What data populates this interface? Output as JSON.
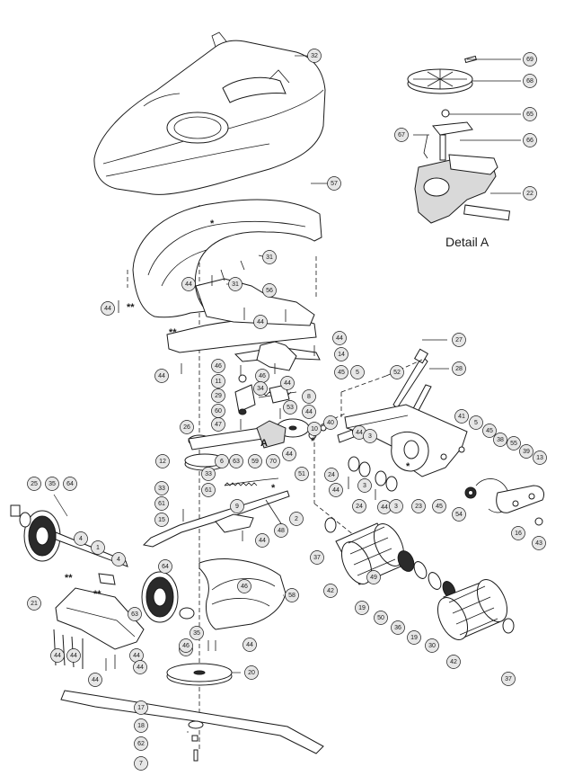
{
  "detail_title": "Detail A",
  "detail_ref_label": "A",
  "markers": {
    "single": "*",
    "double": "**"
  },
  "callouts": [
    {
      "id": "c32",
      "label": "32"
    },
    {
      "id": "c57",
      "label": "57"
    },
    {
      "id": "c31a",
      "label": "31"
    },
    {
      "id": "c31b",
      "label": "31"
    },
    {
      "id": "c44a",
      "label": "44"
    },
    {
      "id": "c44b",
      "label": "44"
    },
    {
      "id": "c56",
      "label": "56"
    },
    {
      "id": "c44c",
      "label": "44"
    },
    {
      "id": "c44d",
      "label": "44"
    },
    {
      "id": "c44e",
      "label": "44"
    },
    {
      "id": "c14",
      "label": "14"
    },
    {
      "id": "c46a",
      "label": "46"
    },
    {
      "id": "c46b",
      "label": "46"
    },
    {
      "id": "c44f",
      "label": "44"
    },
    {
      "id": "c11",
      "label": "11"
    },
    {
      "id": "c29",
      "label": "29"
    },
    {
      "id": "c34",
      "label": "34"
    },
    {
      "id": "c8",
      "label": "8"
    },
    {
      "id": "c60",
      "label": "60"
    },
    {
      "id": "c47",
      "label": "47"
    },
    {
      "id": "c53",
      "label": "53"
    },
    {
      "id": "c44g",
      "label": "44"
    },
    {
      "id": "c45a",
      "label": "45"
    },
    {
      "id": "c5a",
      "label": "5"
    },
    {
      "id": "c26",
      "label": "26"
    },
    {
      "id": "c40",
      "label": "40"
    },
    {
      "id": "c10",
      "label": "10"
    },
    {
      "id": "c44h",
      "label": "44"
    },
    {
      "id": "c12",
      "label": "12"
    },
    {
      "id": "c6",
      "label": "6"
    },
    {
      "id": "c63a",
      "label": "63"
    },
    {
      "id": "c59",
      "label": "59"
    },
    {
      "id": "c70",
      "label": "70"
    },
    {
      "id": "c44i",
      "label": "44"
    },
    {
      "id": "c33a",
      "label": "33"
    },
    {
      "id": "c51",
      "label": "51"
    },
    {
      "id": "c33b",
      "label": "33"
    },
    {
      "id": "c61a",
      "label": "61"
    },
    {
      "id": "c61b",
      "label": "61"
    },
    {
      "id": "c9",
      "label": "9"
    },
    {
      "id": "c2",
      "label": "2"
    },
    {
      "id": "c15",
      "label": "15"
    },
    {
      "id": "c48",
      "label": "48"
    },
    {
      "id": "c44j",
      "label": "44"
    },
    {
      "id": "c25a",
      "label": "25"
    },
    {
      "id": "c35a",
      "label": "35"
    },
    {
      "id": "c64a",
      "label": "64"
    },
    {
      "id": "c4a",
      "label": "4"
    },
    {
      "id": "c1",
      "label": "1"
    },
    {
      "id": "c4b",
      "label": "4"
    },
    {
      "id": "c64b",
      "label": "64"
    },
    {
      "id": "c46c",
      "label": "46"
    },
    {
      "id": "c58",
      "label": "58"
    },
    {
      "id": "c21",
      "label": "21"
    },
    {
      "id": "c63b",
      "label": "63"
    },
    {
      "id": "c35b",
      "label": "35"
    },
    {
      "id": "c25b",
      "label": "25"
    },
    {
      "id": "c44k",
      "label": "44"
    },
    {
      "id": "c44l",
      "label": "44"
    },
    {
      "id": "c44m",
      "label": "44"
    },
    {
      "id": "c44n",
      "label": "44"
    },
    {
      "id": "c44o",
      "label": "44"
    },
    {
      "id": "c46d",
      "label": "46"
    },
    {
      "id": "c44p",
      "label": "44"
    },
    {
      "id": "c20",
      "label": "20"
    },
    {
      "id": "c17",
      "label": "17"
    },
    {
      "id": "c18",
      "label": "18"
    },
    {
      "id": "c62",
      "label": "62"
    },
    {
      "id": "c7",
      "label": "7"
    },
    {
      "id": "c27",
      "label": "27"
    },
    {
      "id": "c28",
      "label": "28"
    },
    {
      "id": "c52",
      "label": "52"
    },
    {
      "id": "c41",
      "label": "41"
    },
    {
      "id": "c5b",
      "label": "5"
    },
    {
      "id": "c45b",
      "label": "45"
    },
    {
      "id": "c38",
      "label": "38"
    },
    {
      "id": "c55",
      "label": "55"
    },
    {
      "id": "c39",
      "label": "39"
    },
    {
      "id": "c13",
      "label": "13"
    },
    {
      "id": "c3a",
      "label": "3"
    },
    {
      "id": "c24a",
      "label": "24"
    },
    {
      "id": "c44q",
      "label": "44"
    },
    {
      "id": "c3b",
      "label": "3"
    },
    {
      "id": "c24b",
      "label": "24"
    },
    {
      "id": "c44r",
      "label": "44"
    },
    {
      "id": "c3c",
      "label": "3"
    },
    {
      "id": "c23",
      "label": "23"
    },
    {
      "id": "c45c",
      "label": "45"
    },
    {
      "id": "c54",
      "label": "54"
    },
    {
      "id": "c16",
      "label": "16"
    },
    {
      "id": "c43",
      "label": "43"
    },
    {
      "id": "c37a",
      "label": "37"
    },
    {
      "id": "c42a",
      "label": "42"
    },
    {
      "id": "c49",
      "label": "49"
    },
    {
      "id": "c19a",
      "label": "19"
    },
    {
      "id": "c50",
      "label": "50"
    },
    {
      "id": "c36",
      "label": "36"
    },
    {
      "id": "c19b",
      "label": "19"
    },
    {
      "id": "c30",
      "label": "30"
    },
    {
      "id": "c42b",
      "label": "42"
    },
    {
      "id": "c37b",
      "label": "37"
    },
    {
      "id": "c69",
      "label": "69"
    },
    {
      "id": "c68",
      "label": "68"
    },
    {
      "id": "c65",
      "label": "65"
    },
    {
      "id": "c67",
      "label": "67"
    },
    {
      "id": "c66",
      "label": "66"
    },
    {
      "id": "c22",
      "label": "22"
    }
  ]
}
